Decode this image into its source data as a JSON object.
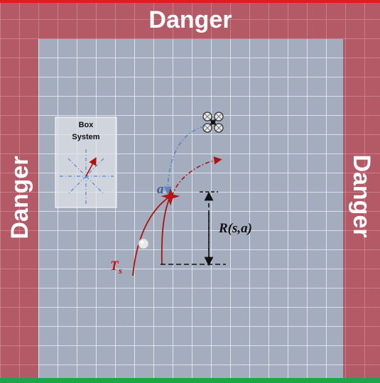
{
  "zones": {
    "top_label": "Danger",
    "left_label": "Danger",
    "right_label": "Danger"
  },
  "box_system": {
    "line1": "Box",
    "line2": "System"
  },
  "labels": {
    "action": "a",
    "reward": "R(s,a)",
    "trajectory_base": "T",
    "trajectory_sub": "s"
  },
  "colors": {
    "danger_zone": "#b35a66",
    "arena": "#a3adbd",
    "grid": "#eef0f5",
    "top_border": "#e8181e",
    "bottom_border": "#1aa64a",
    "trajectory": "#b01010",
    "planned_path": "#5a86c8",
    "reward_line": "#111111",
    "drone": "#222222"
  },
  "icons": {
    "drone": "quadcopter-icon",
    "target": "star-marker-icon",
    "ball": "ball-icon"
  }
}
